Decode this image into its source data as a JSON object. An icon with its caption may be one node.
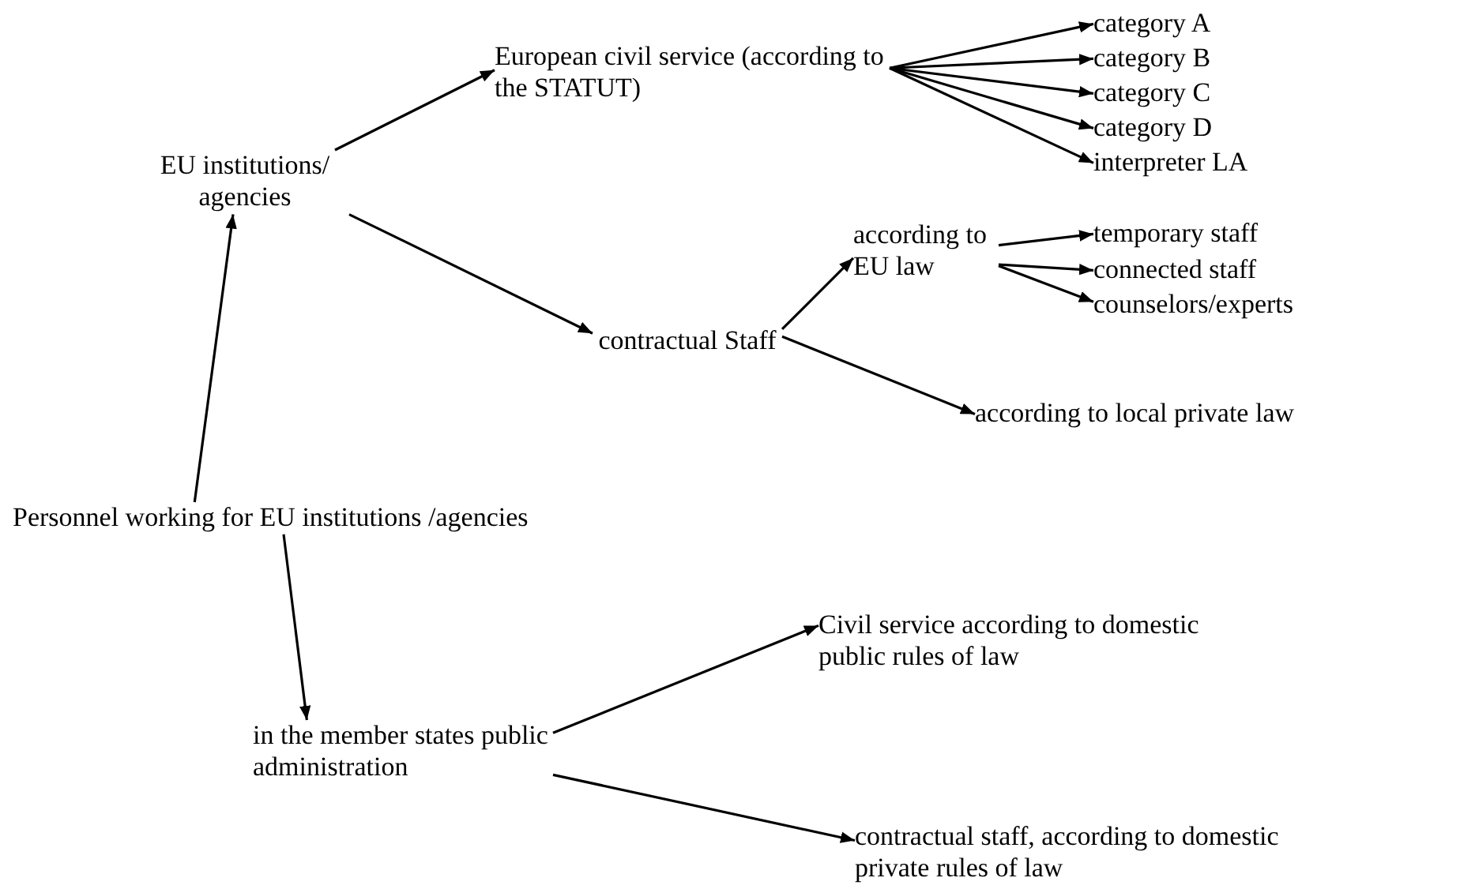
{
  "diagram": {
    "nodes": [
      {
        "text": [
          "Personnel working for EU institutions /agencies"
        ]
      },
      {
        "text": [
          "EU institutions/ agencies"
        ]
      },
      {
        "text": [
          "European civil service (according to the STATUT)"
        ]
      },
      {
        "text": [
          "category A"
        ]
      },
      {
        "text": [
          "category B"
        ]
      },
      {
        "text": [
          "category C"
        ]
      },
      {
        "text": [
          "category D"
        ]
      },
      {
        "text": [
          "interpreter LA"
        ]
      },
      {
        "text": [
          "contractual Staff"
        ]
      },
      {
        "text": [
          "according to EU law"
        ]
      },
      {
        "text": [
          "temporary staff"
        ]
      },
      {
        "text": [
          "connected staff"
        ]
      },
      {
        "text": [
          "counselors/experts"
        ]
      },
      {
        "text": [
          "according to local private law"
        ]
      },
      {
        "text": [
          "in the member states public administration"
        ]
      },
      {
        "text": [
          "Civil service according to domestic public rules of law"
        ]
      },
      {
        "text": [
          "contractual staff, according to domestic private rules of law"
        ]
      }
    ],
    "edges": [
      {
        "from": 0,
        "to": 1,
        "arrow": "to"
      },
      {
        "from": 1,
        "to": 2,
        "arrow": "to"
      },
      {
        "from": 1,
        "to": 8,
        "arrow": "to"
      },
      {
        "from": 2,
        "to": 3,
        "arrow": "to"
      },
      {
        "from": 2,
        "to": 4,
        "arrow": "to"
      },
      {
        "from": 2,
        "to": 5,
        "arrow": "to"
      },
      {
        "from": 2,
        "to": 6,
        "arrow": "to"
      },
      {
        "from": 2,
        "to": 7,
        "arrow": "to"
      },
      {
        "from": 8,
        "to": 9,
        "arrow": "to"
      },
      {
        "from": 8,
        "to": 13,
        "arrow": "to"
      },
      {
        "from": 9,
        "to": 10,
        "arrow": "to"
      },
      {
        "from": 9,
        "to": 11,
        "arrow": "to"
      },
      {
        "from": 9,
        "to": 12,
        "arrow": "to"
      },
      {
        "from": 0,
        "to": 14,
        "arrow": "to"
      },
      {
        "from": 14,
        "to": 15,
        "arrow": "to"
      },
      {
        "from": 14,
        "to": 16,
        "arrow": "to"
      }
    ]
  }
}
